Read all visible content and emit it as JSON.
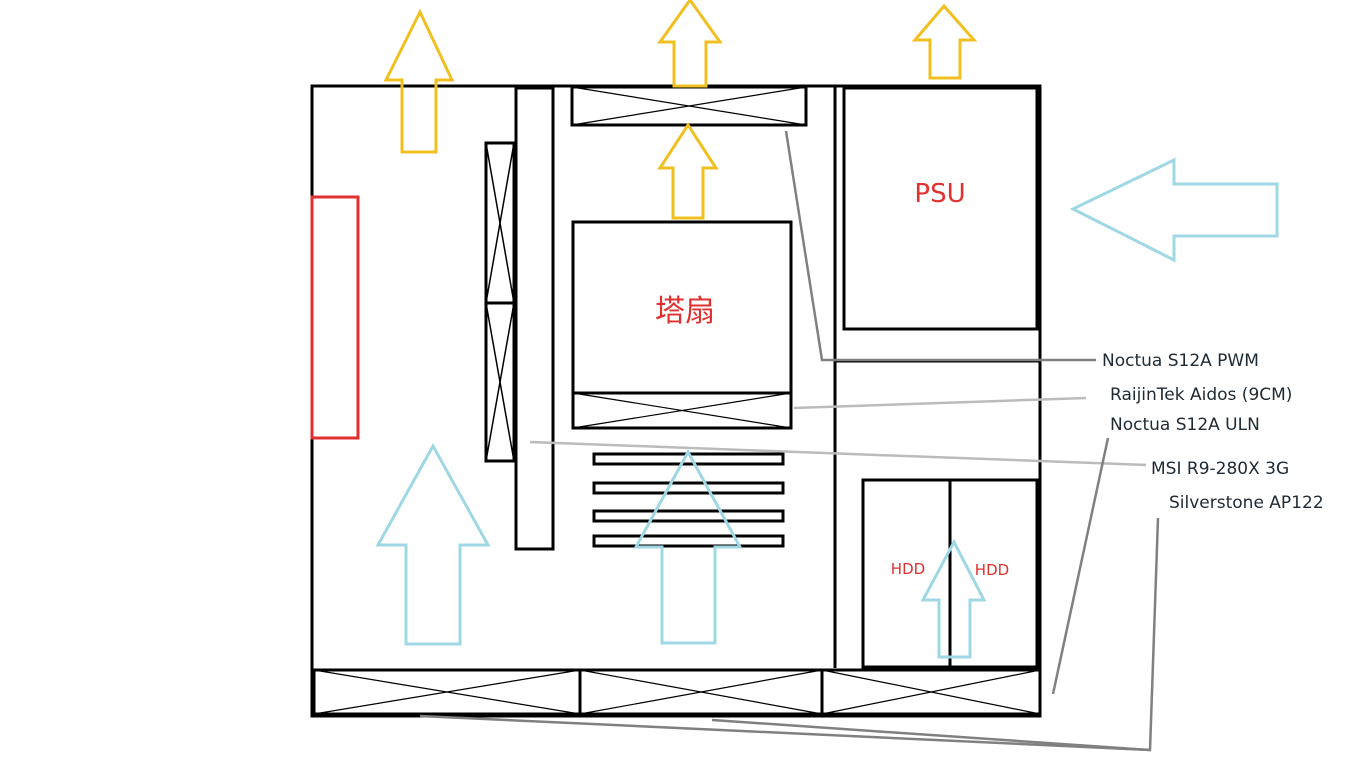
{
  "diagram": {
    "labels": {
      "psu": "PSU",
      "tower_cooler": "塔扇",
      "hdd_left": "HDD",
      "hdd_right": "HDD"
    },
    "callouts": [
      "Noctua S12A PWM",
      "RaijinTek Aidos (9CM)",
      "Noctua S12A ULN",
      "MSI R9-280X 3G",
      "Silverstone AP122"
    ],
    "colors": {
      "outline": "#000000",
      "exhaust_arrow": "#f0c020",
      "intake_arrow": "#9fd8e4",
      "leader_dark": "#808080",
      "leader_light": "#bbbbbb",
      "red": "#e03030"
    }
  }
}
